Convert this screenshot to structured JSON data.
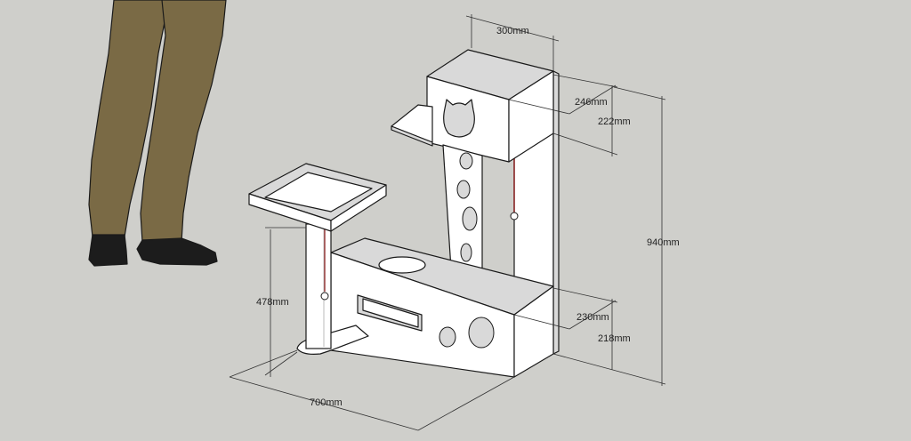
{
  "scene": {
    "background": "#cfcfcb",
    "panel_color": "#ffffff",
    "shade_color": "#d9d9d9",
    "pants_color": "#7a6a45",
    "shoe_color": "#1c1c1c",
    "cord_color": "#8b1a1a"
  },
  "dimensions": {
    "width_top": "300mm",
    "box_depth": "246mm",
    "box_height": "222mm",
    "total_height": "940mm",
    "post_height": "478mm",
    "base_depth": "230mm",
    "base_height": "218mm",
    "total_width": "700mm"
  }
}
